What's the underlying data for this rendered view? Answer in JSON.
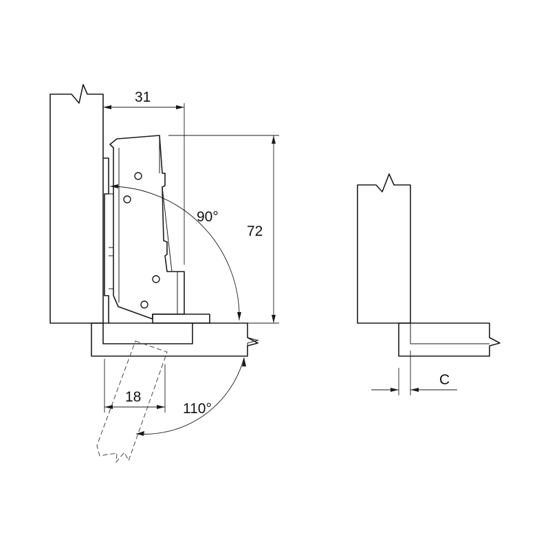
{
  "dimensions": {
    "width_31": "31",
    "height_72": "72",
    "angle_90": "90°",
    "angle_110": "110°",
    "door_18": "18",
    "overlay_c": "C"
  }
}
